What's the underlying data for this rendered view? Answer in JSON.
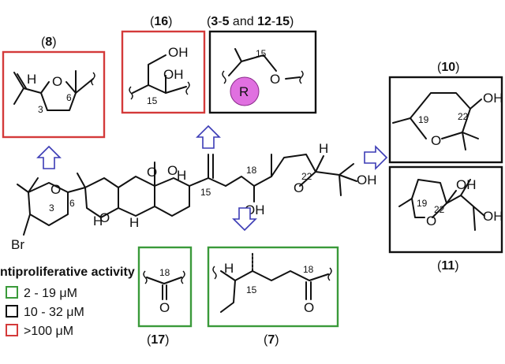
{
  "labels": {
    "c8": "8",
    "c16": "16",
    "c3_5_12_15_a": "3",
    "c3_5_12_15_b": "-",
    "c3_5_12_15_c": "5",
    "c3_5_12_15_d": " and ",
    "c3_5_12_15_e": "12",
    "c3_5_12_15_f": "-",
    "c3_5_12_15_g": "15",
    "c10": "10",
    "c11": "11",
    "c17": "17",
    "c7": "7",
    "paren_open": "(",
    "paren_close": ")"
  },
  "atoms": {
    "O": "O",
    "H": "H",
    "OH": "OH",
    "Br": "Br",
    "R": "R"
  },
  "numbers": {
    "n3": "3",
    "n6": "6",
    "n15": "15",
    "n18": "18",
    "n19": "19",
    "n22": "22"
  },
  "legend": {
    "title": "ntiproliferative activity",
    "items": [
      {
        "color": "#3a9a3a",
        "text": "2 - 19 μM"
      },
      {
        "color": "#111111",
        "text": "10 - 32 μM"
      },
      {
        "color": "#d43a3a",
        "text": ">100 μM"
      }
    ]
  },
  "colors": {
    "green": "#3a9a3a",
    "black": "#111111",
    "red": "#d43a3a",
    "magenta": "#e070e0",
    "arrow": "#3b3bb5"
  }
}
